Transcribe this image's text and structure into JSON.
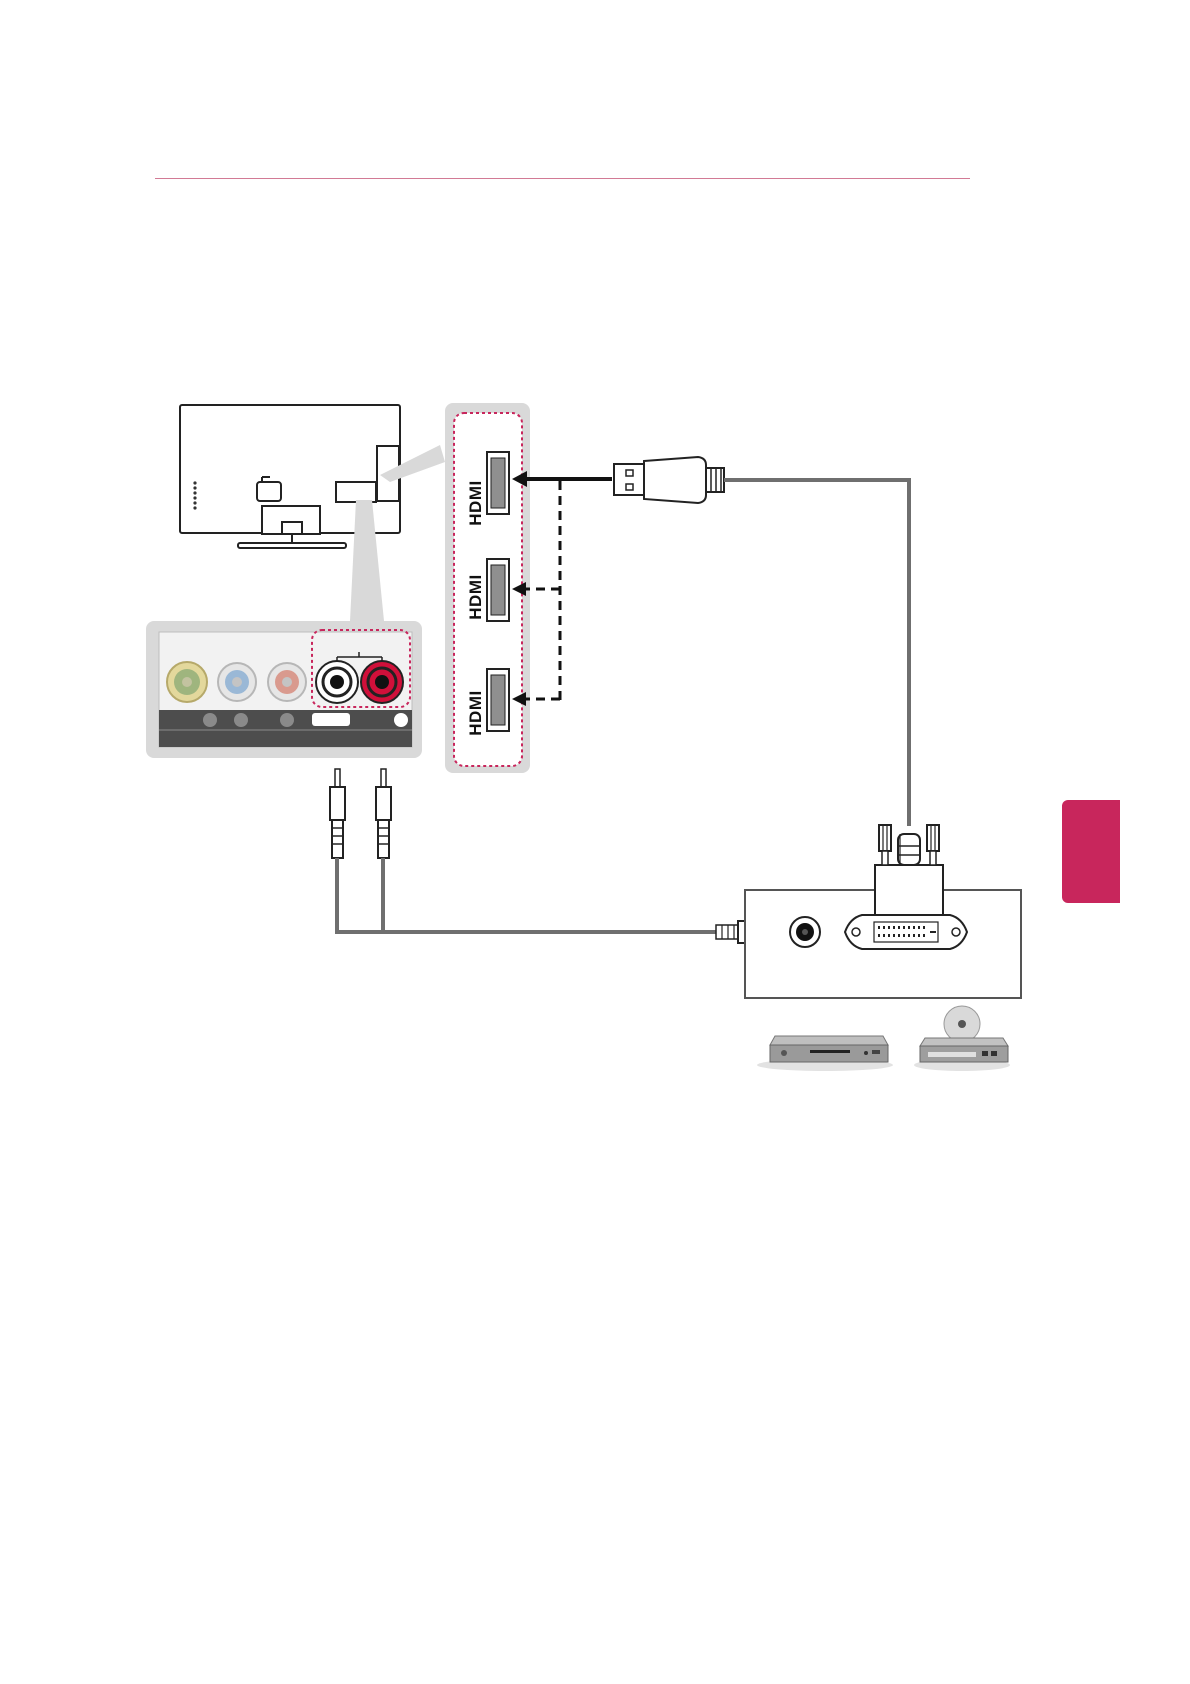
{
  "ports": {
    "hdmi_logo_1": "HDMI",
    "hdmi_logo_2": "HDMI",
    "hdmi_logo_3": "HDMI"
  },
  "colors": {
    "accent": "#c8265c",
    "header_rule": "#d27a95",
    "panel_gray": "#d9d9d9",
    "cable_gray": "#6f6f6f",
    "dotted_outline": "#c8265c",
    "video_jack": "#c9c99a",
    "blue_jack": "#9ab8d6",
    "red_jack_dim": "#d99a8e",
    "audio_red": "#d0103a"
  },
  "icons": {
    "tv": "tv-back-icon",
    "hdmi_plug": "hdmi-plug-icon",
    "dvi_plug": "dvi-plug-icon",
    "audio_jack": "audio-jack-icon",
    "dvd_player": "dvd-player-icon",
    "disc_player": "disc-player-icon"
  }
}
